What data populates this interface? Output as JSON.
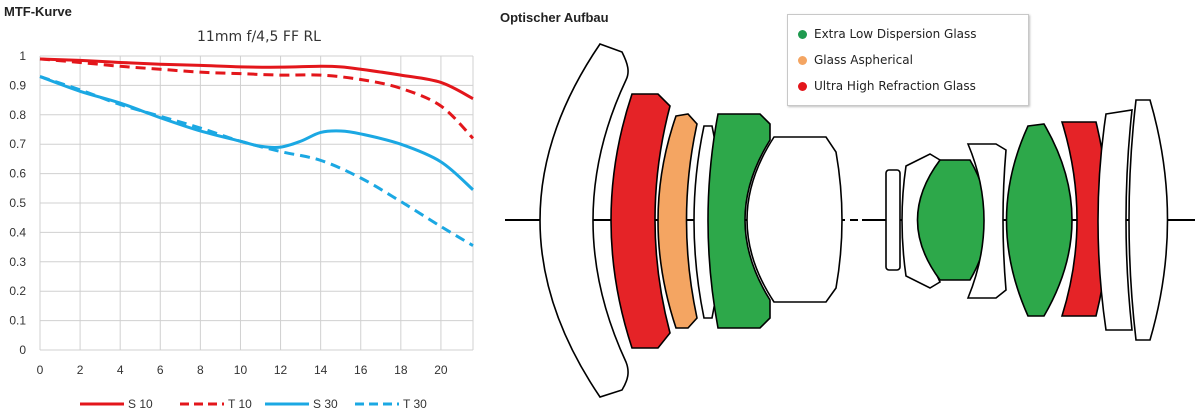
{
  "mtf_heading": "MTF-Kurve",
  "optics_heading": "Optischer Aufbau",
  "chart_data": {
    "type": "line",
    "title": "11mm f/4,5 FF RL",
    "xlabel": "",
    "ylabel": "",
    "xlim": [
      0,
      21.6
    ],
    "ylim": [
      0,
      1
    ],
    "x_ticks": [
      "0",
      "2",
      "4",
      "6",
      "8",
      "10",
      "12",
      "14",
      "16",
      "18",
      "20"
    ],
    "y_ticks": [
      "0",
      "0.1",
      "0.2",
      "0.3",
      "0.4",
      "0.5",
      "0.6",
      "0.7",
      "0.8",
      "0.9",
      "1"
    ],
    "grid": true,
    "legend_position": "bottom",
    "series": [
      {
        "name": "S 10",
        "color": "#e3161b",
        "dash": false,
        "x": [
          0,
          2,
          4,
          6,
          8,
          10,
          12,
          14,
          15,
          16,
          18,
          20,
          21.6
        ],
        "y": [
          0.99,
          0.985,
          0.978,
          0.972,
          0.968,
          0.963,
          0.962,
          0.965,
          0.963,
          0.955,
          0.935,
          0.91,
          0.855
        ]
      },
      {
        "name": "T 10",
        "color": "#e3161b",
        "dash": true,
        "x": [
          0,
          2,
          4,
          6,
          8,
          10,
          12,
          14,
          16,
          18,
          20,
          21.6
        ],
        "y": [
          0.99,
          0.978,
          0.965,
          0.955,
          0.945,
          0.94,
          0.935,
          0.935,
          0.92,
          0.89,
          0.83,
          0.72
        ]
      },
      {
        "name": "S 30",
        "color": "#1ba8e3",
        "dash": false,
        "x": [
          0,
          2,
          4,
          6,
          8,
          10,
          11,
          12,
          13,
          14,
          15,
          16,
          18,
          20,
          21.6
        ],
        "y": [
          0.93,
          0.88,
          0.84,
          0.79,
          0.745,
          0.71,
          0.693,
          0.69,
          0.71,
          0.74,
          0.745,
          0.735,
          0.7,
          0.64,
          0.545
        ]
      },
      {
        "name": "T 30",
        "color": "#1ba8e3",
        "dash": true,
        "x": [
          0,
          2,
          4,
          6,
          8,
          10,
          12,
          14,
          16,
          18,
          20,
          21.6
        ],
        "y": [
          0.93,
          0.885,
          0.835,
          0.795,
          0.755,
          0.71,
          0.675,
          0.645,
          0.585,
          0.505,
          0.42,
          0.355
        ]
      }
    ]
  },
  "glass_legend": [
    {
      "label": "Extra Low Dispersion Glass",
      "color": "#1f9a4f"
    },
    {
      "label": "Glass Aspherical",
      "color": "#f4a562"
    },
    {
      "label": "Ultra High Refraction Glass",
      "color": "#e3161b"
    }
  ]
}
